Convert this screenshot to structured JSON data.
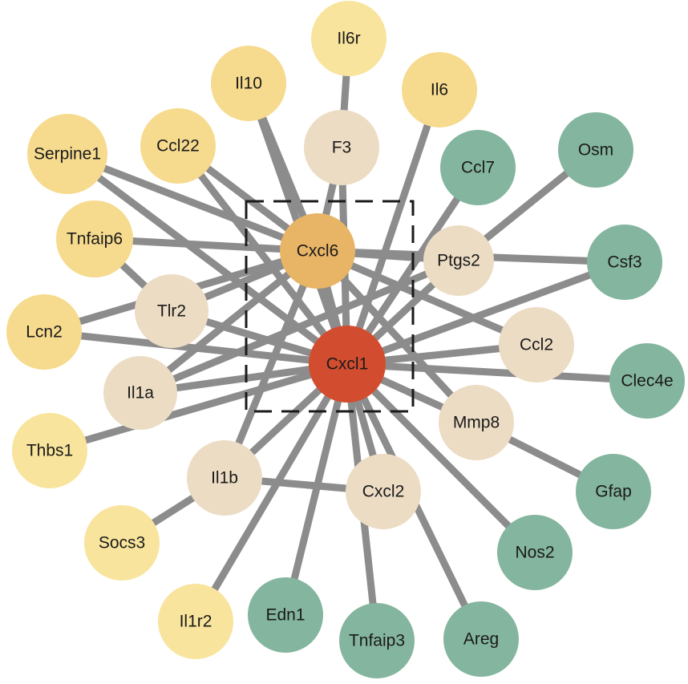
{
  "colors": {
    "hub": "#d24d2f",
    "second_hub": "#e8b465",
    "inner": "#ecdcc4",
    "outer_yellow_light": "#f8e49c",
    "outer_yellow": "#f6da8e",
    "outer_green": "#84b59e",
    "edge": "#8c8c8c"
  },
  "nodes": [
    {
      "id": "Cxcl1",
      "label": "Cxcl1",
      "group": "hub"
    },
    {
      "id": "Cxcl6",
      "label": "Cxcl6",
      "group": "second_hub"
    },
    {
      "id": "F3",
      "label": "F3",
      "group": "inner"
    },
    {
      "id": "Ptgs2",
      "label": "Ptgs2",
      "group": "inner"
    },
    {
      "id": "Ccl2",
      "label": "Ccl2",
      "group": "inner"
    },
    {
      "id": "Mmp8",
      "label": "Mmp8",
      "group": "inner"
    },
    {
      "id": "Cxcl2",
      "label": "Cxcl2",
      "group": "inner"
    },
    {
      "id": "Il1b",
      "label": "Il1b",
      "group": "inner"
    },
    {
      "id": "Il1a",
      "label": "Il1a",
      "group": "inner"
    },
    {
      "id": "Tlr2",
      "label": "Tlr2",
      "group": "inner"
    },
    {
      "id": "Il6r",
      "label": "Il6r",
      "group": "outer_yellow_light"
    },
    {
      "id": "Il10",
      "label": "Il10",
      "group": "outer_yellow"
    },
    {
      "id": "Il6",
      "label": "Il6",
      "group": "outer_yellow"
    },
    {
      "id": "Ccl22",
      "label": "Ccl22",
      "group": "outer_yellow"
    },
    {
      "id": "Serpine1",
      "label": "Serpine1",
      "group": "outer_yellow"
    },
    {
      "id": "Tnfaip6",
      "label": "Tnfaip6",
      "group": "outer_yellow"
    },
    {
      "id": "Lcn2",
      "label": "Lcn2",
      "group": "outer_yellow"
    },
    {
      "id": "Thbs1",
      "label": "Thbs1",
      "group": "outer_yellow_light"
    },
    {
      "id": "Socs3",
      "label": "Socs3",
      "group": "outer_yellow_light"
    },
    {
      "id": "Il1r2",
      "label": "Il1r2",
      "group": "outer_yellow_light"
    },
    {
      "id": "Ccl7",
      "label": "Ccl7",
      "group": "outer_green"
    },
    {
      "id": "Osm",
      "label": "Osm",
      "group": "outer_green"
    },
    {
      "id": "Csf3",
      "label": "Csf3",
      "group": "outer_green"
    },
    {
      "id": "Clec4e",
      "label": "Clec4e",
      "group": "outer_green"
    },
    {
      "id": "Gfap",
      "label": "Gfap",
      "group": "outer_green"
    },
    {
      "id": "Nos2",
      "label": "Nos2",
      "group": "outer_green"
    },
    {
      "id": "Areg",
      "label": "Areg",
      "group": "outer_green"
    },
    {
      "id": "Tnfaip3",
      "label": "Tnfaip3",
      "group": "outer_green"
    },
    {
      "id": "Edn1",
      "label": "Edn1",
      "group": "outer_green"
    }
  ],
  "edges": [
    [
      "Cxcl1",
      "Cxcl6"
    ],
    [
      "Cxcl1",
      "F3"
    ],
    [
      "Cxcl1",
      "Ptgs2"
    ],
    [
      "Cxcl1",
      "Ccl2"
    ],
    [
      "Cxcl1",
      "Mmp8"
    ],
    [
      "Cxcl1",
      "Cxcl2"
    ],
    [
      "Cxcl1",
      "Il1b"
    ],
    [
      "Cxcl1",
      "Il1a"
    ],
    [
      "Cxcl1",
      "Tlr2"
    ],
    [
      "Cxcl1",
      "Il10"
    ],
    [
      "Cxcl1",
      "Il6"
    ],
    [
      "Cxcl1",
      "Ccl22"
    ],
    [
      "Cxcl1",
      "Serpine1"
    ],
    [
      "Cxcl1",
      "Lcn2"
    ],
    [
      "Cxcl1",
      "Thbs1"
    ],
    [
      "Cxcl1",
      "Il1r2"
    ],
    [
      "Cxcl1",
      "Ccl7"
    ],
    [
      "Cxcl1",
      "Csf3"
    ],
    [
      "Cxcl1",
      "Clec4e"
    ],
    [
      "Cxcl1",
      "Nos2"
    ],
    [
      "Cxcl1",
      "Areg"
    ],
    [
      "Cxcl1",
      "Tnfaip3"
    ],
    [
      "Cxcl1",
      "Edn1"
    ],
    [
      "Cxcl6",
      "F3"
    ],
    [
      "Cxcl6",
      "Il10"
    ],
    [
      "Cxcl6",
      "Ccl22"
    ],
    [
      "Cxcl6",
      "Serpine1"
    ],
    [
      "Cxcl6",
      "Tnfaip6"
    ],
    [
      "Cxcl6",
      "Tlr2"
    ],
    [
      "Cxcl6",
      "Lcn2"
    ],
    [
      "Cxcl6",
      "Il1a"
    ],
    [
      "Cxcl6",
      "Il1b"
    ],
    [
      "Cxcl6",
      "Ptgs2"
    ],
    [
      "Cxcl6",
      "Ccl2"
    ],
    [
      "Cxcl6",
      "Mmp8"
    ],
    [
      "Cxcl6",
      "Csf3"
    ],
    [
      "F3",
      "Il6r"
    ],
    [
      "Ptgs2",
      "Osm"
    ],
    [
      "Mmp8",
      "Gfap"
    ],
    [
      "Il1b",
      "Socs3"
    ],
    [
      "Tnfaip6",
      "Tlr2"
    ],
    [
      "Il1a",
      "Ptgs2"
    ],
    [
      "Cxcl2",
      "Il1b"
    ]
  ]
}
